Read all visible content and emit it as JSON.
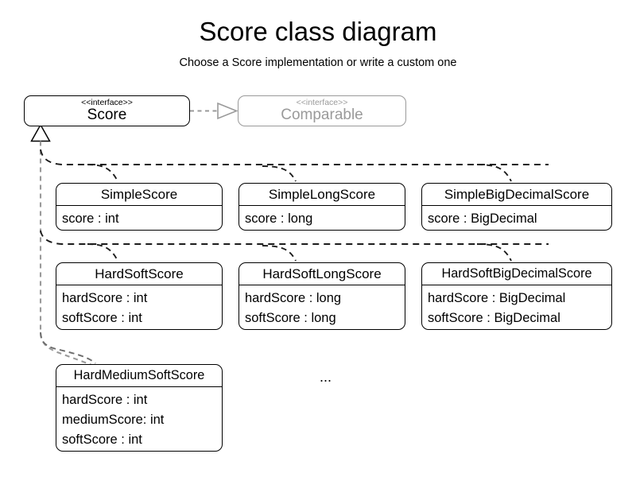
{
  "page": {
    "title": "Score class diagram",
    "subtitle": "Choose a Score implementation or write a custom one",
    "ellipsis": "...",
    "colors": {
      "background": "#ffffff",
      "stroke": "#000000",
      "muted_stroke": "#9a9a9a",
      "muted_text": "#9a9a9a"
    }
  },
  "interfaces": [
    {
      "stereotype": "<<interface>>",
      "name": "Score",
      "muted": false
    },
    {
      "stereotype": "<<interface>>",
      "name": "Comparable",
      "muted": true
    }
  ],
  "classes": [
    {
      "name": "SimpleScore",
      "attributes": [
        "score : int"
      ]
    },
    {
      "name": "SimpleLongScore",
      "attributes": [
        "score : long"
      ]
    },
    {
      "name": "SimpleBigDecimalScore",
      "attributes": [
        "score : BigDecimal"
      ]
    },
    {
      "name": "HardSoftScore",
      "attributes": [
        "hardScore : int",
        "softScore : int"
      ]
    },
    {
      "name": "HardSoftLongScore",
      "attributes": [
        "hardScore : long",
        "softScore : long"
      ]
    },
    {
      "name": "HardSoftBigDecimalScore",
      "attributes": [
        "hardScore : BigDecimal",
        "softScore : BigDecimal"
      ]
    },
    {
      "name": "HardMediumSoftScore",
      "attributes": [
        "hardScore : int",
        "mediumScore: int",
        "softScore : int"
      ]
    }
  ],
  "relationships": {
    "realization": {
      "from": "Score",
      "to": "Comparable",
      "style": "dashed-hollow-triangle"
    },
    "generalization": {
      "parent": "Score",
      "children": [
        "SimpleScore",
        "SimpleLongScore",
        "SimpleBigDecimalScore",
        "HardSoftScore",
        "HardSoftLongScore",
        "HardSoftBigDecimalScore",
        "HardMediumSoftScore"
      ],
      "style": "dashed-hollow-triangle"
    }
  }
}
